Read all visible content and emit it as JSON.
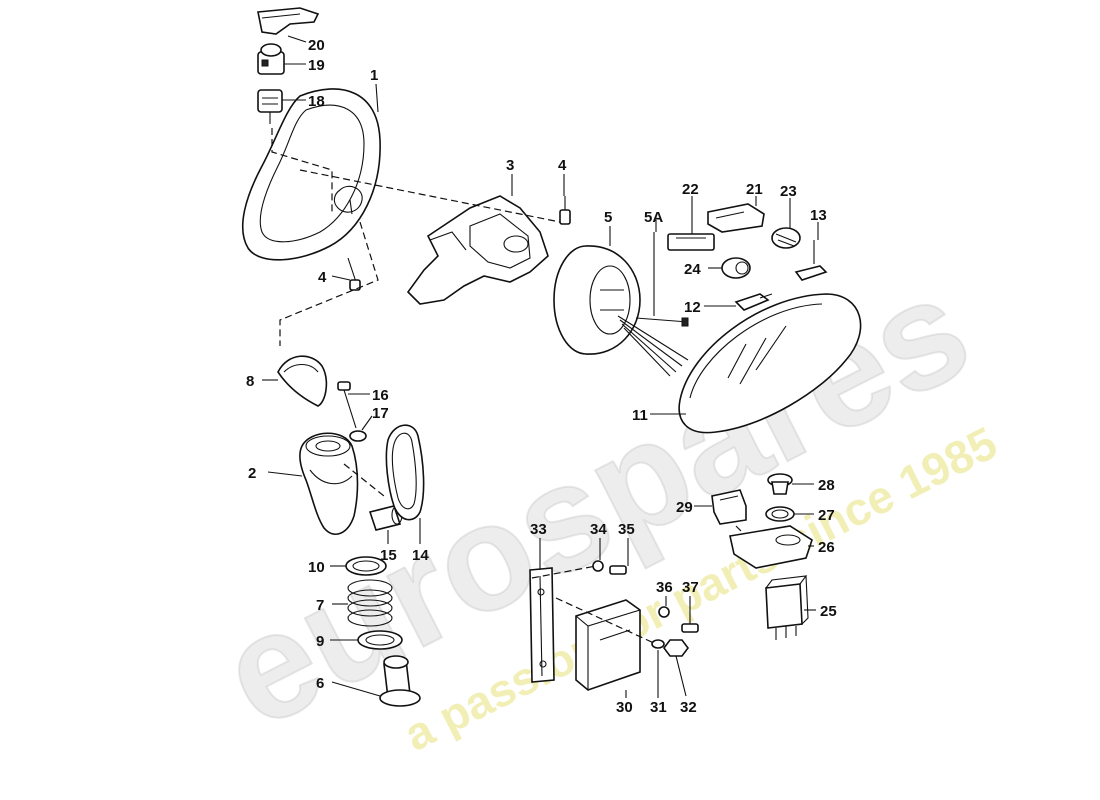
{
  "watermark": {
    "brand": "eurospares",
    "tagline": "a passion for parts since 1985",
    "brand_color": "#d6d6d6",
    "tagline_color": "#e8e27a"
  },
  "callouts": [
    "1",
    "2",
    "3",
    "4",
    "4",
    "5",
    "5A",
    "6",
    "7",
    "8",
    "9",
    "10",
    "11",
    "12",
    "13",
    "14",
    "15",
    "16",
    "17",
    "18",
    "19",
    "20",
    "21",
    "22",
    "23",
    "24",
    "25",
    "26",
    "27",
    "28",
    "29",
    "30",
    "31",
    "32",
    "33",
    "34",
    "35",
    "36",
    "37"
  ]
}
